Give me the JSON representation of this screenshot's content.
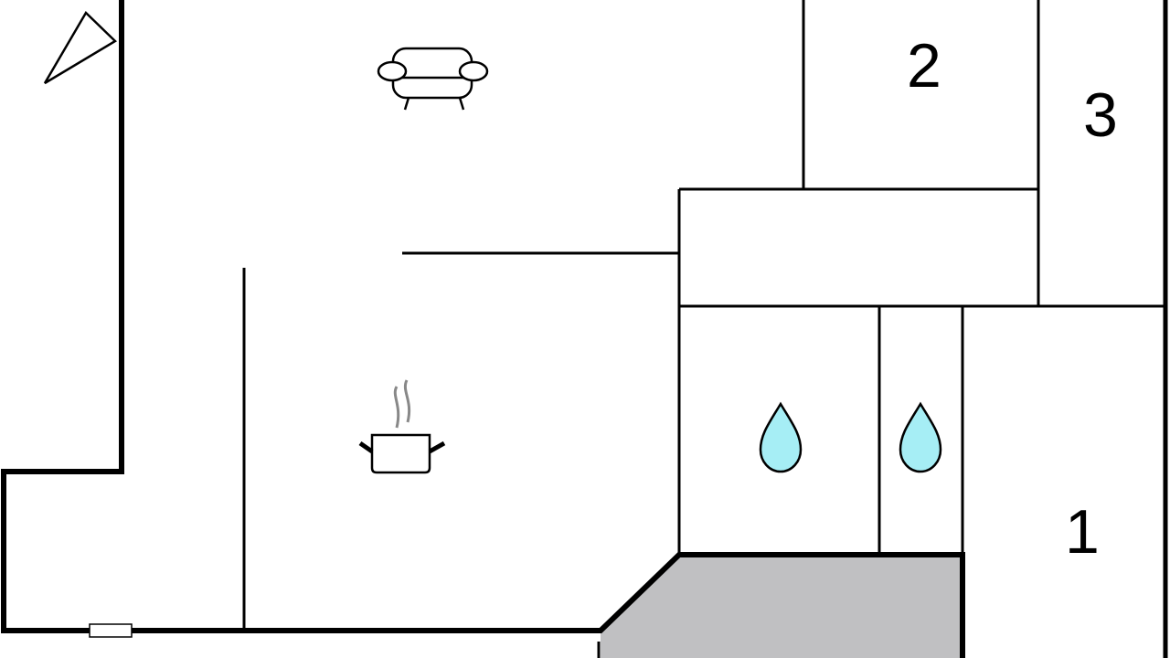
{
  "rooms": {
    "bedroom_1": {
      "label": "1"
    },
    "bedroom_2": {
      "label": "2"
    },
    "bedroom_3": {
      "label": "3"
    }
  },
  "icons": [
    "compass-arrow-icon",
    "sofa-icon",
    "cooking-pot-icon",
    "water-drop-icon",
    "water-drop-icon"
  ],
  "colors": {
    "wall": "#000000",
    "terrace": "#c0c0c2",
    "water": "#a6eef5",
    "steam": "#888888"
  }
}
